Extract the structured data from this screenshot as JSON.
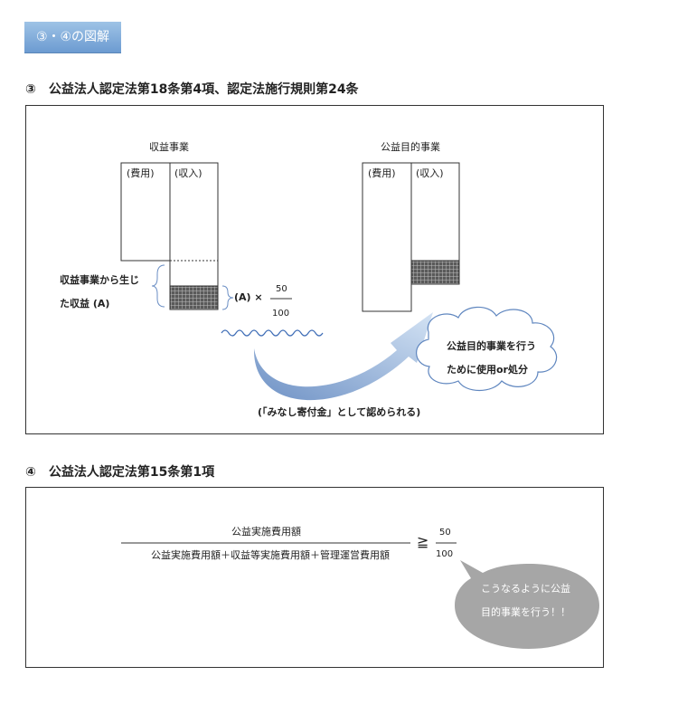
{
  "tag_label": "③・④の図解",
  "section3": {
    "heading": "③　公益法人認定法第18条第4項、認定法施行規則第24条",
    "left_block": {
      "title": "収益事業",
      "cost": "(費用)",
      "income": "(収入)"
    },
    "right_block": {
      "title": "公益目的事業",
      "cost": "(費用)",
      "income": "(収入)"
    },
    "profit_label_line1": "収益事業から生じ",
    "profit_label_line2": "た収益 (A)",
    "formula_prefix": "(A) ×",
    "numerator": "50",
    "denominator": "100",
    "cloud_line1": "公益目的事業を行う",
    "cloud_line2": "ために使用or処分",
    "note": "(「みなし寄付金」として認められる)"
  },
  "section4": {
    "heading": "④　公益法人認定法第15条第1項",
    "fraction_numerator": "公益実施費用額",
    "fraction_denominator": "公益実施費用額＋収益等実施費用額＋管理運営費用額",
    "operator": "≧",
    "ratio_numerator": "50",
    "ratio_denominator": "100",
    "bubble_line1": "こうなるように公益",
    "bubble_line2": "目的事業を行う！！"
  },
  "colors": {
    "tag_bg": "#7fa9d8",
    "arrow_blue": "#8fb0d8",
    "bubble_gray": "#a6a6a6"
  }
}
